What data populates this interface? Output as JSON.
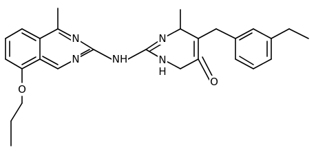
{
  "labels": {
    "n_quin_1": "N",
    "n_quin_3": "N",
    "nh_bridge": "NH",
    "n_pyr_1": "N",
    "nh_pyr_3": "N",
    "h_pyr_3": "H",
    "o_carbonyl": "O",
    "o_ether": "O"
  },
  "colors": {
    "bond": "#000000",
    "text": "#000000",
    "background": "#ffffff"
  }
}
